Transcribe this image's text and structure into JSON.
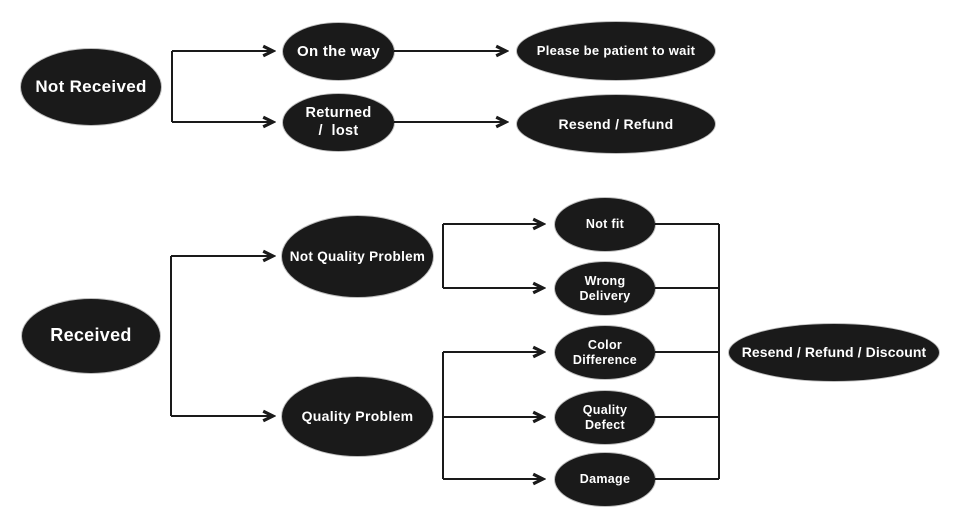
{
  "diagram": {
    "type": "flowchart",
    "colors": {
      "background": "#ffffff",
      "node_fill": "#1a1a1a",
      "node_text": "#ffffff",
      "line": "#1a1a1a"
    },
    "nodes": {
      "not_received": {
        "label": "Not Received"
      },
      "on_the_way": {
        "label": "On the way"
      },
      "returned_lost": {
        "line1": "Returned",
        "line2": "/  lost"
      },
      "please_be_patient": {
        "label": "Please be patient to wait"
      },
      "resend_refund": {
        "label": "Resend / Refund"
      },
      "received": {
        "label": "Received"
      },
      "not_quality_problem": {
        "label": "Not Quality Problem"
      },
      "quality_problem": {
        "label": "Quality Problem"
      },
      "not_fit": {
        "label": "Not fit"
      },
      "wrong_delivery": {
        "line1": "Wrong",
        "line2": "Delivery"
      },
      "color_difference": {
        "line1": "Color",
        "line2": "Difference"
      },
      "quality_defect": {
        "line1": "Quality",
        "line2": "Defect"
      },
      "damage": {
        "label": "Damage"
      },
      "resend_refund_discount": {
        "label": "Resend / Refund / Discount"
      }
    },
    "edges": [
      {
        "from": "not_received",
        "to": "on_the_way"
      },
      {
        "from": "not_received",
        "to": "returned_lost"
      },
      {
        "from": "on_the_way",
        "to": "please_be_patient"
      },
      {
        "from": "returned_lost",
        "to": "resend_refund"
      },
      {
        "from": "received",
        "to": "not_quality_problem"
      },
      {
        "from": "received",
        "to": "quality_problem"
      },
      {
        "from": "not_quality_problem",
        "to": "not_fit"
      },
      {
        "from": "not_quality_problem",
        "to": "wrong_delivery"
      },
      {
        "from": "quality_problem",
        "to": "color_difference"
      },
      {
        "from": "quality_problem",
        "to": "quality_defect"
      },
      {
        "from": "quality_problem",
        "to": "damage"
      },
      {
        "from": "not_fit",
        "to": "resend_refund_discount"
      },
      {
        "from": "wrong_delivery",
        "to": "resend_refund_discount"
      },
      {
        "from": "color_difference",
        "to": "resend_refund_discount"
      },
      {
        "from": "quality_defect",
        "to": "resend_refund_discount"
      },
      {
        "from": "damage",
        "to": "resend_refund_discount"
      }
    ]
  }
}
